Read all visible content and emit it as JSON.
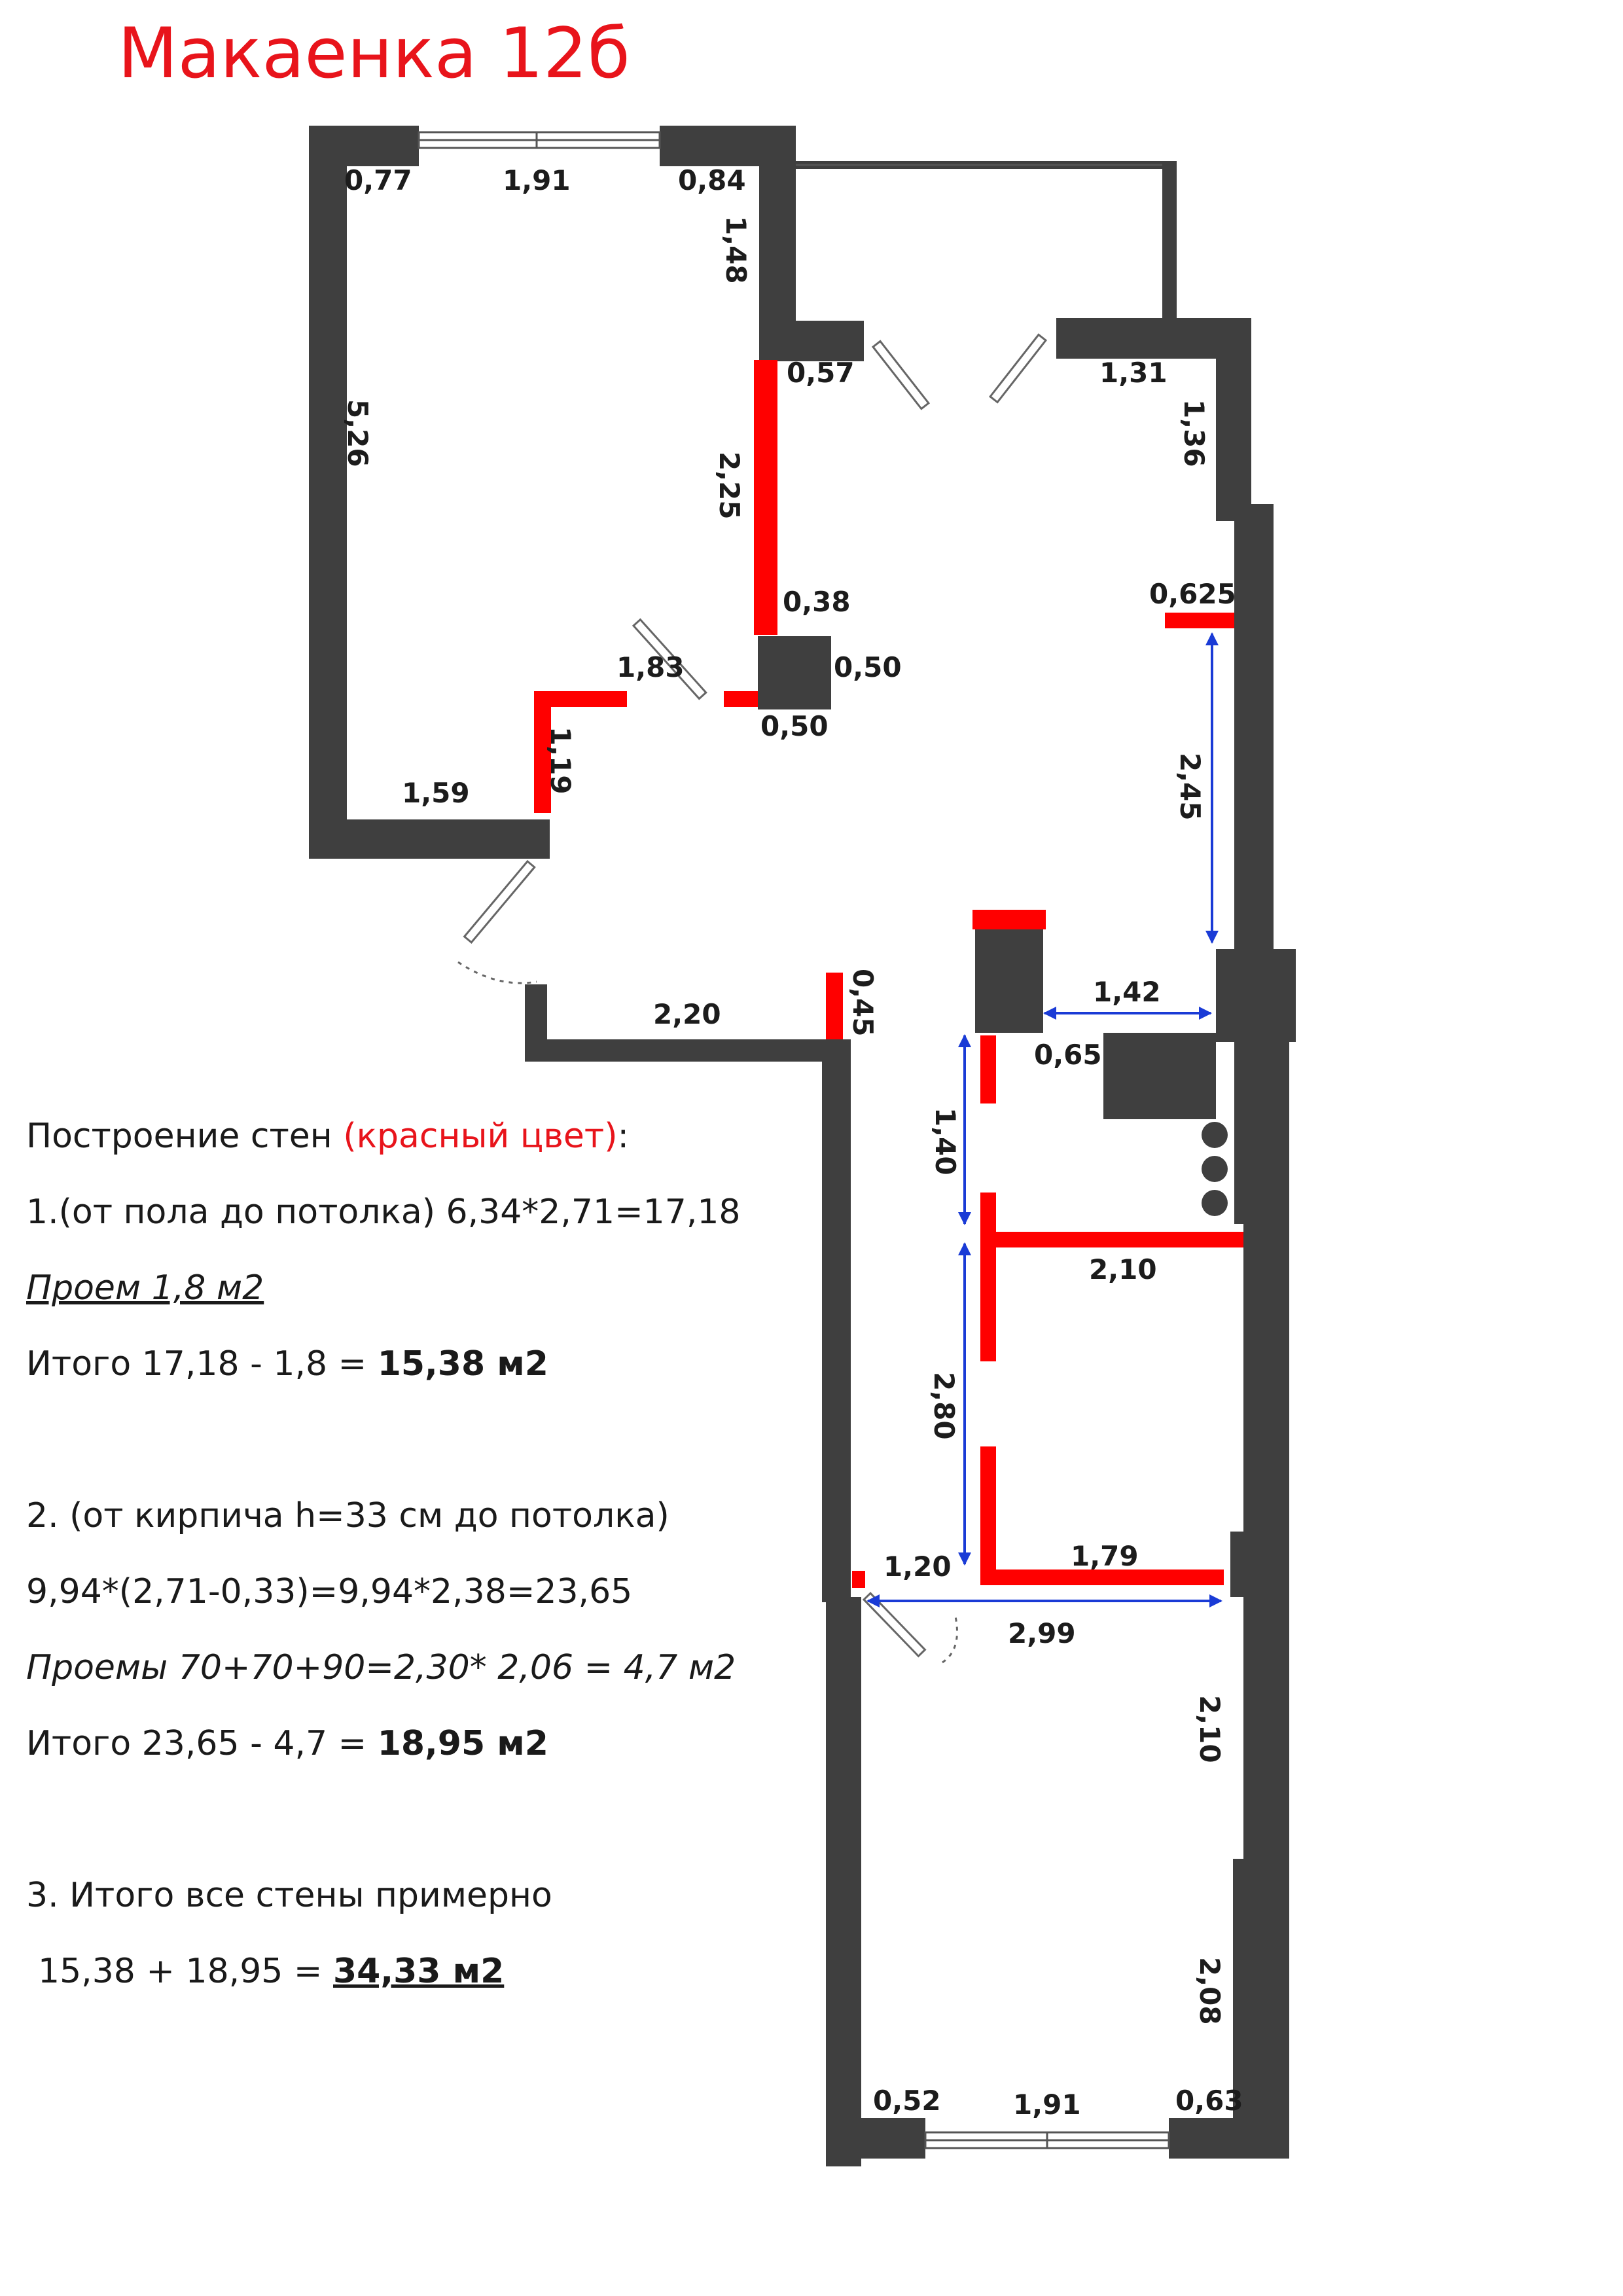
{
  "title": "Макаенка 12б",
  "dims": {
    "top_left": "0,77",
    "top_window": "1,91",
    "top_right": "0,84",
    "d148": "1,48",
    "d526": "5,26",
    "d057": "0,57",
    "d131": "1,31",
    "d136": "1,36",
    "d225": "2,25",
    "d038": "0,38",
    "d0625": "0,625",
    "d183": "1,83",
    "d050a": "0,50",
    "d050b": "0,50",
    "d119": "1,19",
    "d159": "1,59",
    "d245": "2,45",
    "d220": "2,20",
    "d045": "0,45",
    "d142": "1,42",
    "d065": "0,65",
    "d140": "1,40",
    "d210": "2,10",
    "d280": "2,80",
    "d120": "1,20",
    "d179": "1,79",
    "d299": "2,99",
    "d210b": "2,10",
    "d208": "2,08",
    "bottom_left": "0,52",
    "bottom_window": "1,91",
    "bottom_right": "0,63"
  },
  "notes": {
    "heading": "Построение стен ",
    "heading_red": "(красный цвет)",
    "heading_end": ":",
    "l1": "1.(от пола до потолка) 6,34*2,71=17,18",
    "l2": "Проем 1,8 м2",
    "l3a": "Итого 17,18 - 1,8 = ",
    "l3b": "15,38 м2",
    "l4": "2. (от кирпича h=33 см до потолка)",
    "l5": "9,94*(2,71-0,33)=9,94*2,38=23,65",
    "l6": "Проемы 70+70+90=2,30* 2,06 = 4,7 м2",
    "l7a": "Итого 23,65 - 4,7 = ",
    "l7b": "18,95 м2",
    "l8": "3. Итого все стены примерно",
    "l9a": "15,38 + 18,95 = ",
    "l9b": "34,33 м2"
  },
  "colors": {
    "wall": "#3f3f3f",
    "new_wall": "#ff0000",
    "dimension_arrow": "#1a3bd6",
    "title": "#e8141b"
  }
}
